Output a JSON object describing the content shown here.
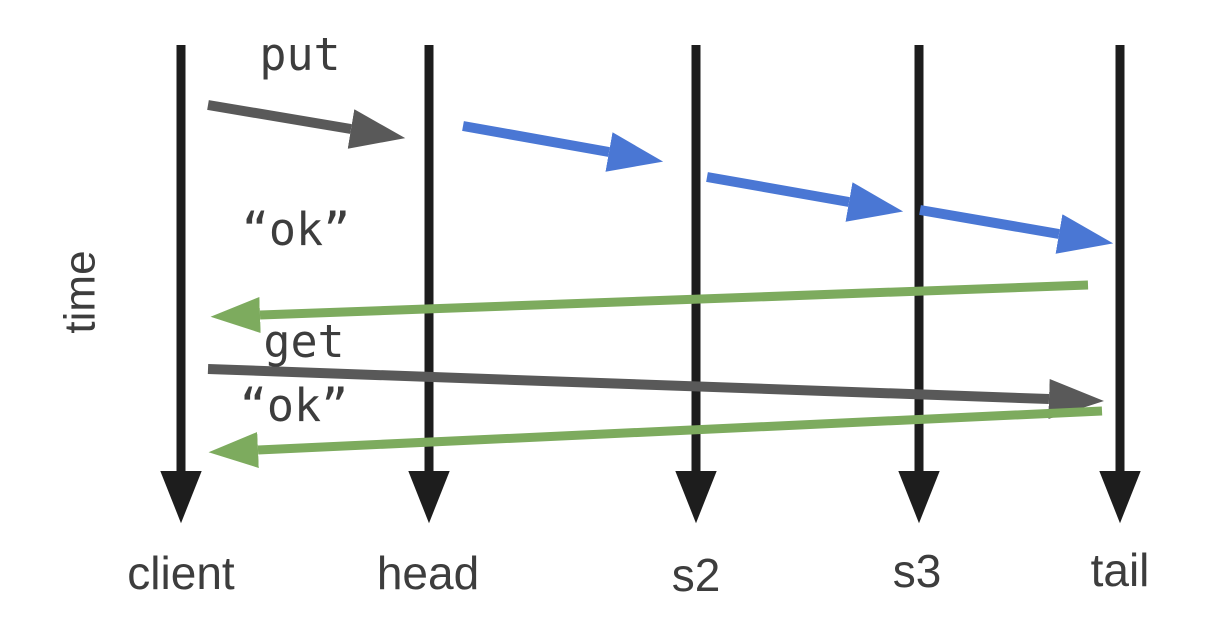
{
  "diagram": {
    "axis_label": "time",
    "nodes": [
      {
        "id": "client",
        "label": "client"
      },
      {
        "id": "head",
        "label": "head"
      },
      {
        "id": "s2",
        "label": "s2"
      },
      {
        "id": "s3",
        "label": "s3"
      },
      {
        "id": "tail",
        "label": "tail"
      }
    ],
    "messages": [
      {
        "id": "put",
        "label": "put",
        "from": "client",
        "to": "head",
        "color_role": "request"
      },
      {
        "id": "replicate-head-s2",
        "label": "",
        "from": "head",
        "to": "s2",
        "color_role": "replicate"
      },
      {
        "id": "replicate-s2-s3",
        "label": "",
        "from": "s2",
        "to": "s3",
        "color_role": "replicate"
      },
      {
        "id": "replicate-s3-tail",
        "label": "",
        "from": "s3",
        "to": "tail",
        "color_role": "replicate"
      },
      {
        "id": "put-ok",
        "label": "“ok”",
        "from": "tail",
        "to": "client",
        "color_role": "reply"
      },
      {
        "id": "get",
        "label": "get",
        "from": "client",
        "to": "tail",
        "color_role": "request"
      },
      {
        "id": "get-ok",
        "label": "“ok”",
        "from": "tail",
        "to": "client",
        "color_role": "reply"
      }
    ],
    "colors": {
      "lifeline": "#1d1d1d",
      "request": "#595959",
      "replicate": "#4a77d4",
      "reply": "#7dab5e",
      "text": "#3d3d3d"
    }
  }
}
